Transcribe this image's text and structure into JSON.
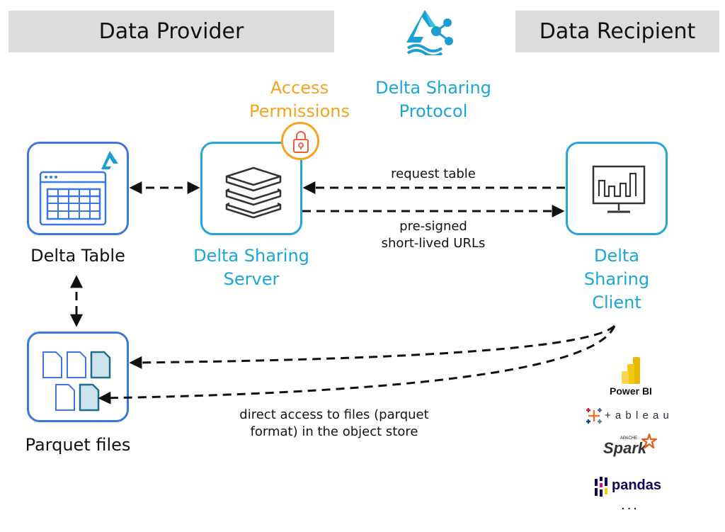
{
  "headers": {
    "provider": "Data Provider",
    "recipient": "Data Recipient"
  },
  "labels": {
    "access_permissions": [
      "Access",
      "Permissions"
    ],
    "protocol": [
      "Delta Sharing",
      "Protocol"
    ],
    "delta_table": "Delta Table",
    "server": [
      "Delta Sharing",
      "Server"
    ],
    "client": [
      "Delta",
      "Sharing",
      "Client"
    ],
    "parquet_files": "Parquet files"
  },
  "arrows": {
    "request": "request table",
    "presigned": [
      "pre-signed",
      "short-lived URLs"
    ],
    "direct": [
      "direct access to files (parquet",
      "format) in the object store"
    ]
  },
  "tools": {
    "powerbi": "Power BI",
    "tableau": "+ a b l e a u",
    "spark_apache": "APACHE",
    "spark": "Spark",
    "pandas": "pandas",
    "more": "..."
  },
  "colors": {
    "provider_blue": "#3a78e0",
    "sharing_cyan": "#26a6d8",
    "access_orange": "#f5a31e",
    "header_gray": "#dcdcdc"
  },
  "icons": [
    "delta-logo-icon",
    "delta-sharing-logo-icon",
    "table-icon",
    "server-stack-icon",
    "lock-icon",
    "chart-monitor-icon",
    "file-icon"
  ]
}
